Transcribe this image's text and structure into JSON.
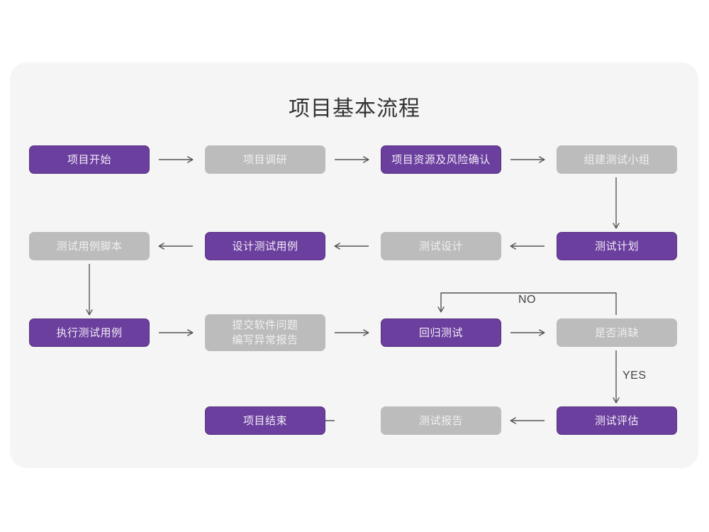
{
  "diagram": {
    "title": "项目基本流程",
    "colors": {
      "canvas": "#ffffff",
      "card": "#f5f5f5",
      "accent_purple": "#6b3f9e",
      "muted_gray": "#bcbcbc",
      "connector": "#555555",
      "title_text": "#333333"
    },
    "nodes": [
      {
        "id": "n1",
        "label": "项目开始",
        "style": "purple",
        "row": 1
      },
      {
        "id": "n2",
        "label": "项目调研",
        "style": "gray",
        "row": 1
      },
      {
        "id": "n3",
        "label": "项目资源及风险确认",
        "style": "purple",
        "row": 1
      },
      {
        "id": "n4",
        "label": "组建测试小组",
        "style": "gray",
        "row": 1
      },
      {
        "id": "n5",
        "label": "测试用例脚本",
        "style": "gray",
        "row": 2
      },
      {
        "id": "n6",
        "label": "设计测试用例",
        "style": "purple",
        "row": 2
      },
      {
        "id": "n7",
        "label": "测试设计",
        "style": "gray",
        "row": 2
      },
      {
        "id": "n8",
        "label": "测试计划",
        "style": "purple",
        "row": 2
      },
      {
        "id": "n9",
        "label": "执行测试用例",
        "style": "purple",
        "row": 3
      },
      {
        "id": "n10",
        "label": "提交软件问题\n编写异常报告",
        "style": "gray",
        "row": 3
      },
      {
        "id": "n11",
        "label": "回归测试",
        "style": "purple",
        "row": 3
      },
      {
        "id": "n12",
        "label": "是否消缺",
        "style": "gray",
        "row": 3
      },
      {
        "id": "n13",
        "label": "项目结束",
        "style": "purple",
        "row": 4
      },
      {
        "id": "n14",
        "label": "测试报告",
        "style": "gray",
        "row": 4
      },
      {
        "id": "n15",
        "label": "测试评估",
        "style": "purple",
        "row": 4
      }
    ],
    "edge_labels": {
      "no": "NO",
      "yes": "YES"
    },
    "flow_sequence": [
      "项目开始",
      "项目调研",
      "项目资源及风险确认",
      "组建测试小组",
      "测试计划",
      "测试设计",
      "设计测试用例",
      "测试用例脚本",
      "执行测试用例",
      "提交软件问题 / 编写异常报告",
      "回归测试",
      "是否消缺",
      "测试评估",
      "测试报告",
      "项目结束"
    ]
  }
}
